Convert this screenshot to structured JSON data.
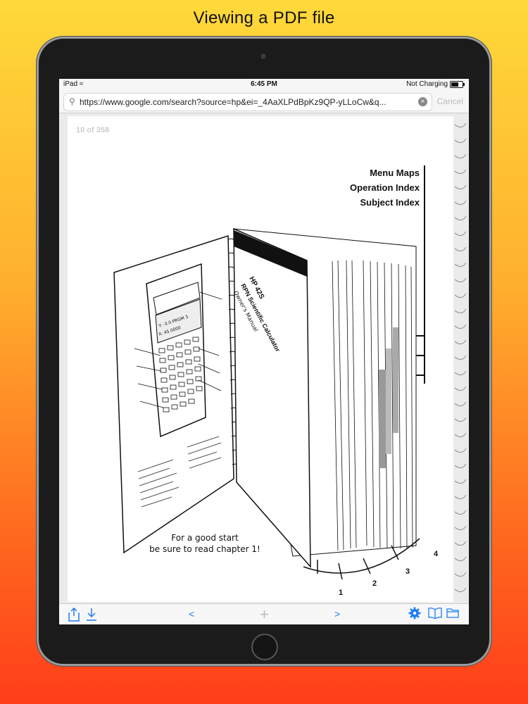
{
  "headline": "Viewing a PDF file",
  "status_bar": {
    "device": "iPad",
    "time": "6:45 PM",
    "charging": "Not Charging"
  },
  "browser": {
    "url": "https://www.google.com/search?source=hp&ei=_4AaXLPdBpKz9QP-yLLoCw&q...",
    "cancel_label": "Cancel"
  },
  "pdf": {
    "page_indicator": "10 of 358",
    "tab_labels": [
      "Menu Maps",
      "Operation Index",
      "Subject Index"
    ],
    "book_title_line1": "HP 42S",
    "book_title_line2": "RPN Scientific Calculator",
    "book_subtitle": "Owner's Manual",
    "caption_line1": "For a good start",
    "caption_line2": "be sure to read chapter 1!",
    "section_numbers": [
      "1",
      "2",
      "3",
      "4"
    ],
    "calc_display_line1": "Y: -3.0  PRGM 3",
    "calc_display_line2": "X: 45.0000"
  },
  "toolbar": {
    "share_icon": "share-icon",
    "download_icon": "download-icon",
    "prev_label": "<",
    "add_label": "+",
    "next_label": ">",
    "settings_icon": "gear-icon",
    "book_icon": "book-icon",
    "folder_icon": "folder-icon",
    "accent": "#1e7cf2"
  }
}
